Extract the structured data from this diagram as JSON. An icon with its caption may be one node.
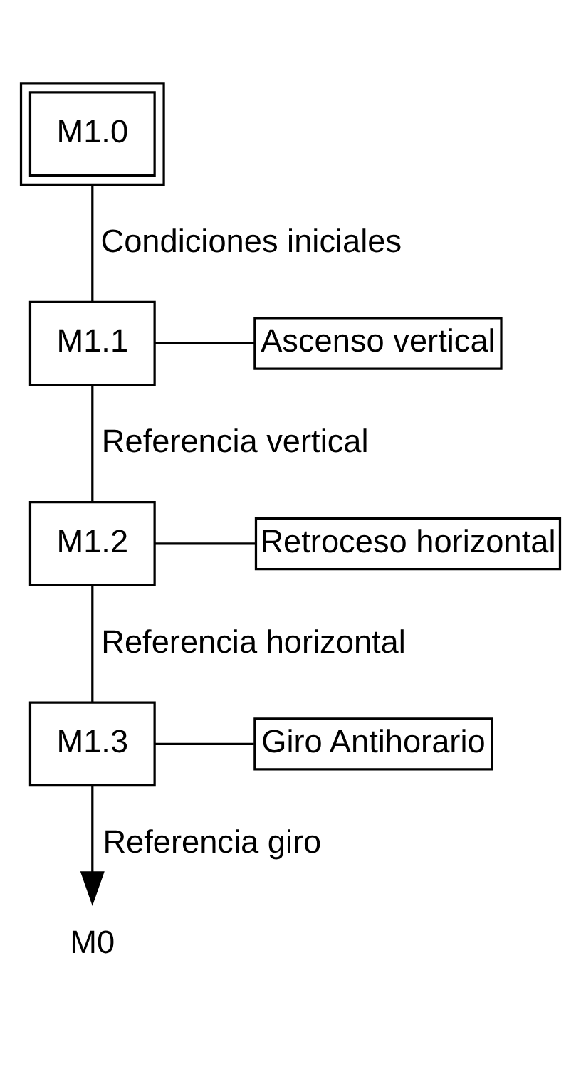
{
  "diagram": {
    "nodes": [
      {
        "text": [
          "M1.0"
        ]
      },
      {
        "text": [
          "M1.1"
        ]
      },
      {
        "text": [
          "Ascenso vertical"
        ]
      },
      {
        "text": [
          "M1.2"
        ]
      },
      {
        "text": [
          "Retroceso horizontal"
        ]
      },
      {
        "text": [
          "M1.3"
        ]
      },
      {
        "text": [
          "Giro Antihorario"
        ]
      },
      {
        "text": [
          "M0"
        ]
      }
    ],
    "edges": [
      {
        "from": 0,
        "to": 1,
        "arrow": "none",
        "label": "Condiciones iniciales"
      },
      {
        "from": 1,
        "to": 2,
        "arrow": "none"
      },
      {
        "from": 1,
        "to": 3,
        "arrow": "none",
        "label": "Referencia vertical"
      },
      {
        "from": 3,
        "to": 4,
        "arrow": "none"
      },
      {
        "from": 3,
        "to": 5,
        "arrow": "none",
        "label": "Referencia horizontal"
      },
      {
        "from": 5,
        "to": 6,
        "arrow": "none"
      },
      {
        "from": 5,
        "to": 7,
        "arrow": "to",
        "label": "Referencia giro"
      }
    ]
  }
}
